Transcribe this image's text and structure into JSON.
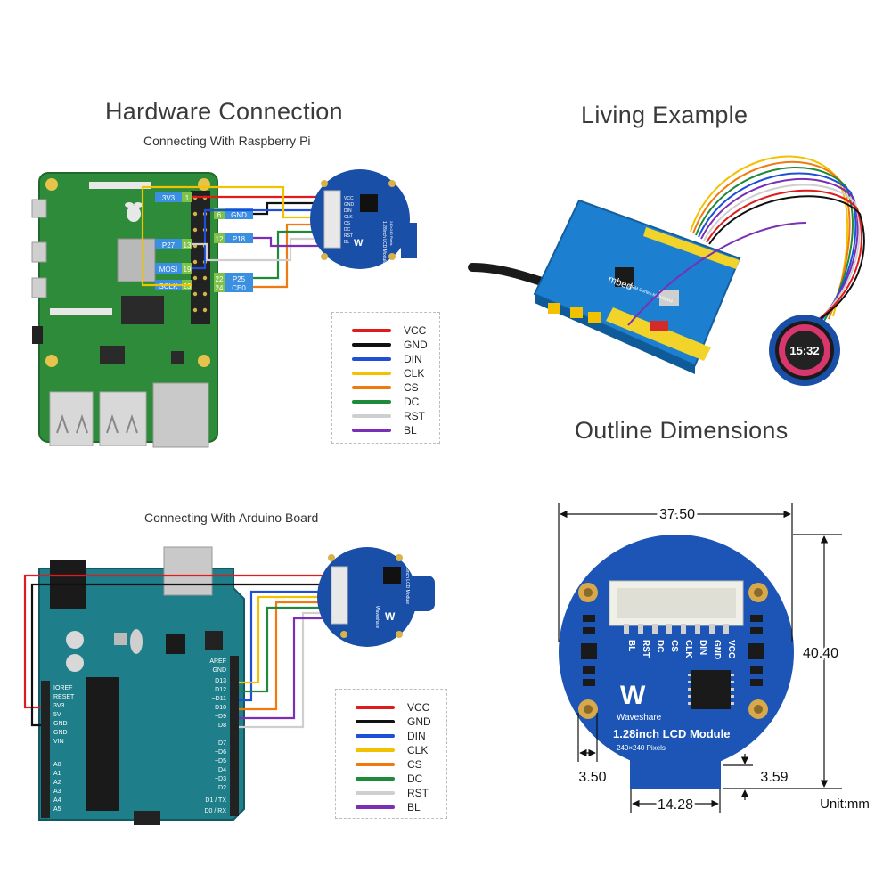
{
  "titles": {
    "hardware_connection": "Hardware Connection",
    "connecting_pi": "Connecting With Raspberry Pi",
    "living_example": "Living Example",
    "outline_dimensions": "Outline Dimensions",
    "connecting_arduino": "Connecting With Arduino Board"
  },
  "legend": [
    {
      "label": "VCC",
      "color": "#e01b1b"
    },
    {
      "label": "GND",
      "color": "#111111"
    },
    {
      "label": "DIN",
      "color": "#1e4fd8"
    },
    {
      "label": "CLK",
      "color": "#f2c200"
    },
    {
      "label": "CS",
      "color": "#f07a10"
    },
    {
      "label": "DC",
      "color": "#1e8a3a"
    },
    {
      "label": "RST",
      "color": "#cfcfcf"
    },
    {
      "label": "BL",
      "color": "#7a2fb5"
    }
  ],
  "pi_pins": {
    "left": [
      {
        "name": "3V3",
        "num": "1"
      },
      {
        "name": "P27",
        "num": "13"
      },
      {
        "name": "MOSI",
        "num": "19"
      },
      {
        "name": "SCLK",
        "num": "23"
      }
    ],
    "right": [
      {
        "name": "GND",
        "num": "6"
      },
      {
        "name": "P18",
        "num": "12"
      },
      {
        "name": "P25",
        "num": "22"
      },
      {
        "name": "CE0",
        "num": "24"
      }
    ]
  },
  "module": {
    "pins": [
      "VCC",
      "GND",
      "DIN",
      "CLK",
      "CS",
      "DC",
      "RST",
      "BL"
    ],
    "pins_reversed": [
      "BL",
      "RST",
      "DC",
      "CS",
      "CLK",
      "DIN",
      "GND",
      "VCC"
    ],
    "brand": "Waveshare",
    "name": "1.28inch LCD Module",
    "pixels": "240×240 Pixels"
  },
  "arduino_pins": [
    "IOREF",
    "RESET",
    "3V3",
    "5V",
    "GND",
    "GND",
    "VIN",
    "A0",
    "A1",
    "A2",
    "A3",
    "A4",
    "A5"
  ],
  "arduino_digital": [
    "AREF",
    "GND",
    "D13",
    "D12",
    "~D11",
    "~D10",
    "~D9",
    "D8",
    "D7",
    "~D6",
    "~D5",
    "D4",
    "~D3",
    "D2",
    "D1 / TX",
    "D0 / RX"
  ],
  "example": {
    "clock": "15:32",
    "board_text_mbed": "mbed",
    "board_text_arm": "ARM Cortex-M0/M3/M4"
  },
  "dimensions": {
    "width": "37.50",
    "height": "40.40",
    "left_offset": "3.50",
    "bottom_offset": "3.59",
    "bottom_width": "14.28",
    "unit": "Unit:mm"
  }
}
